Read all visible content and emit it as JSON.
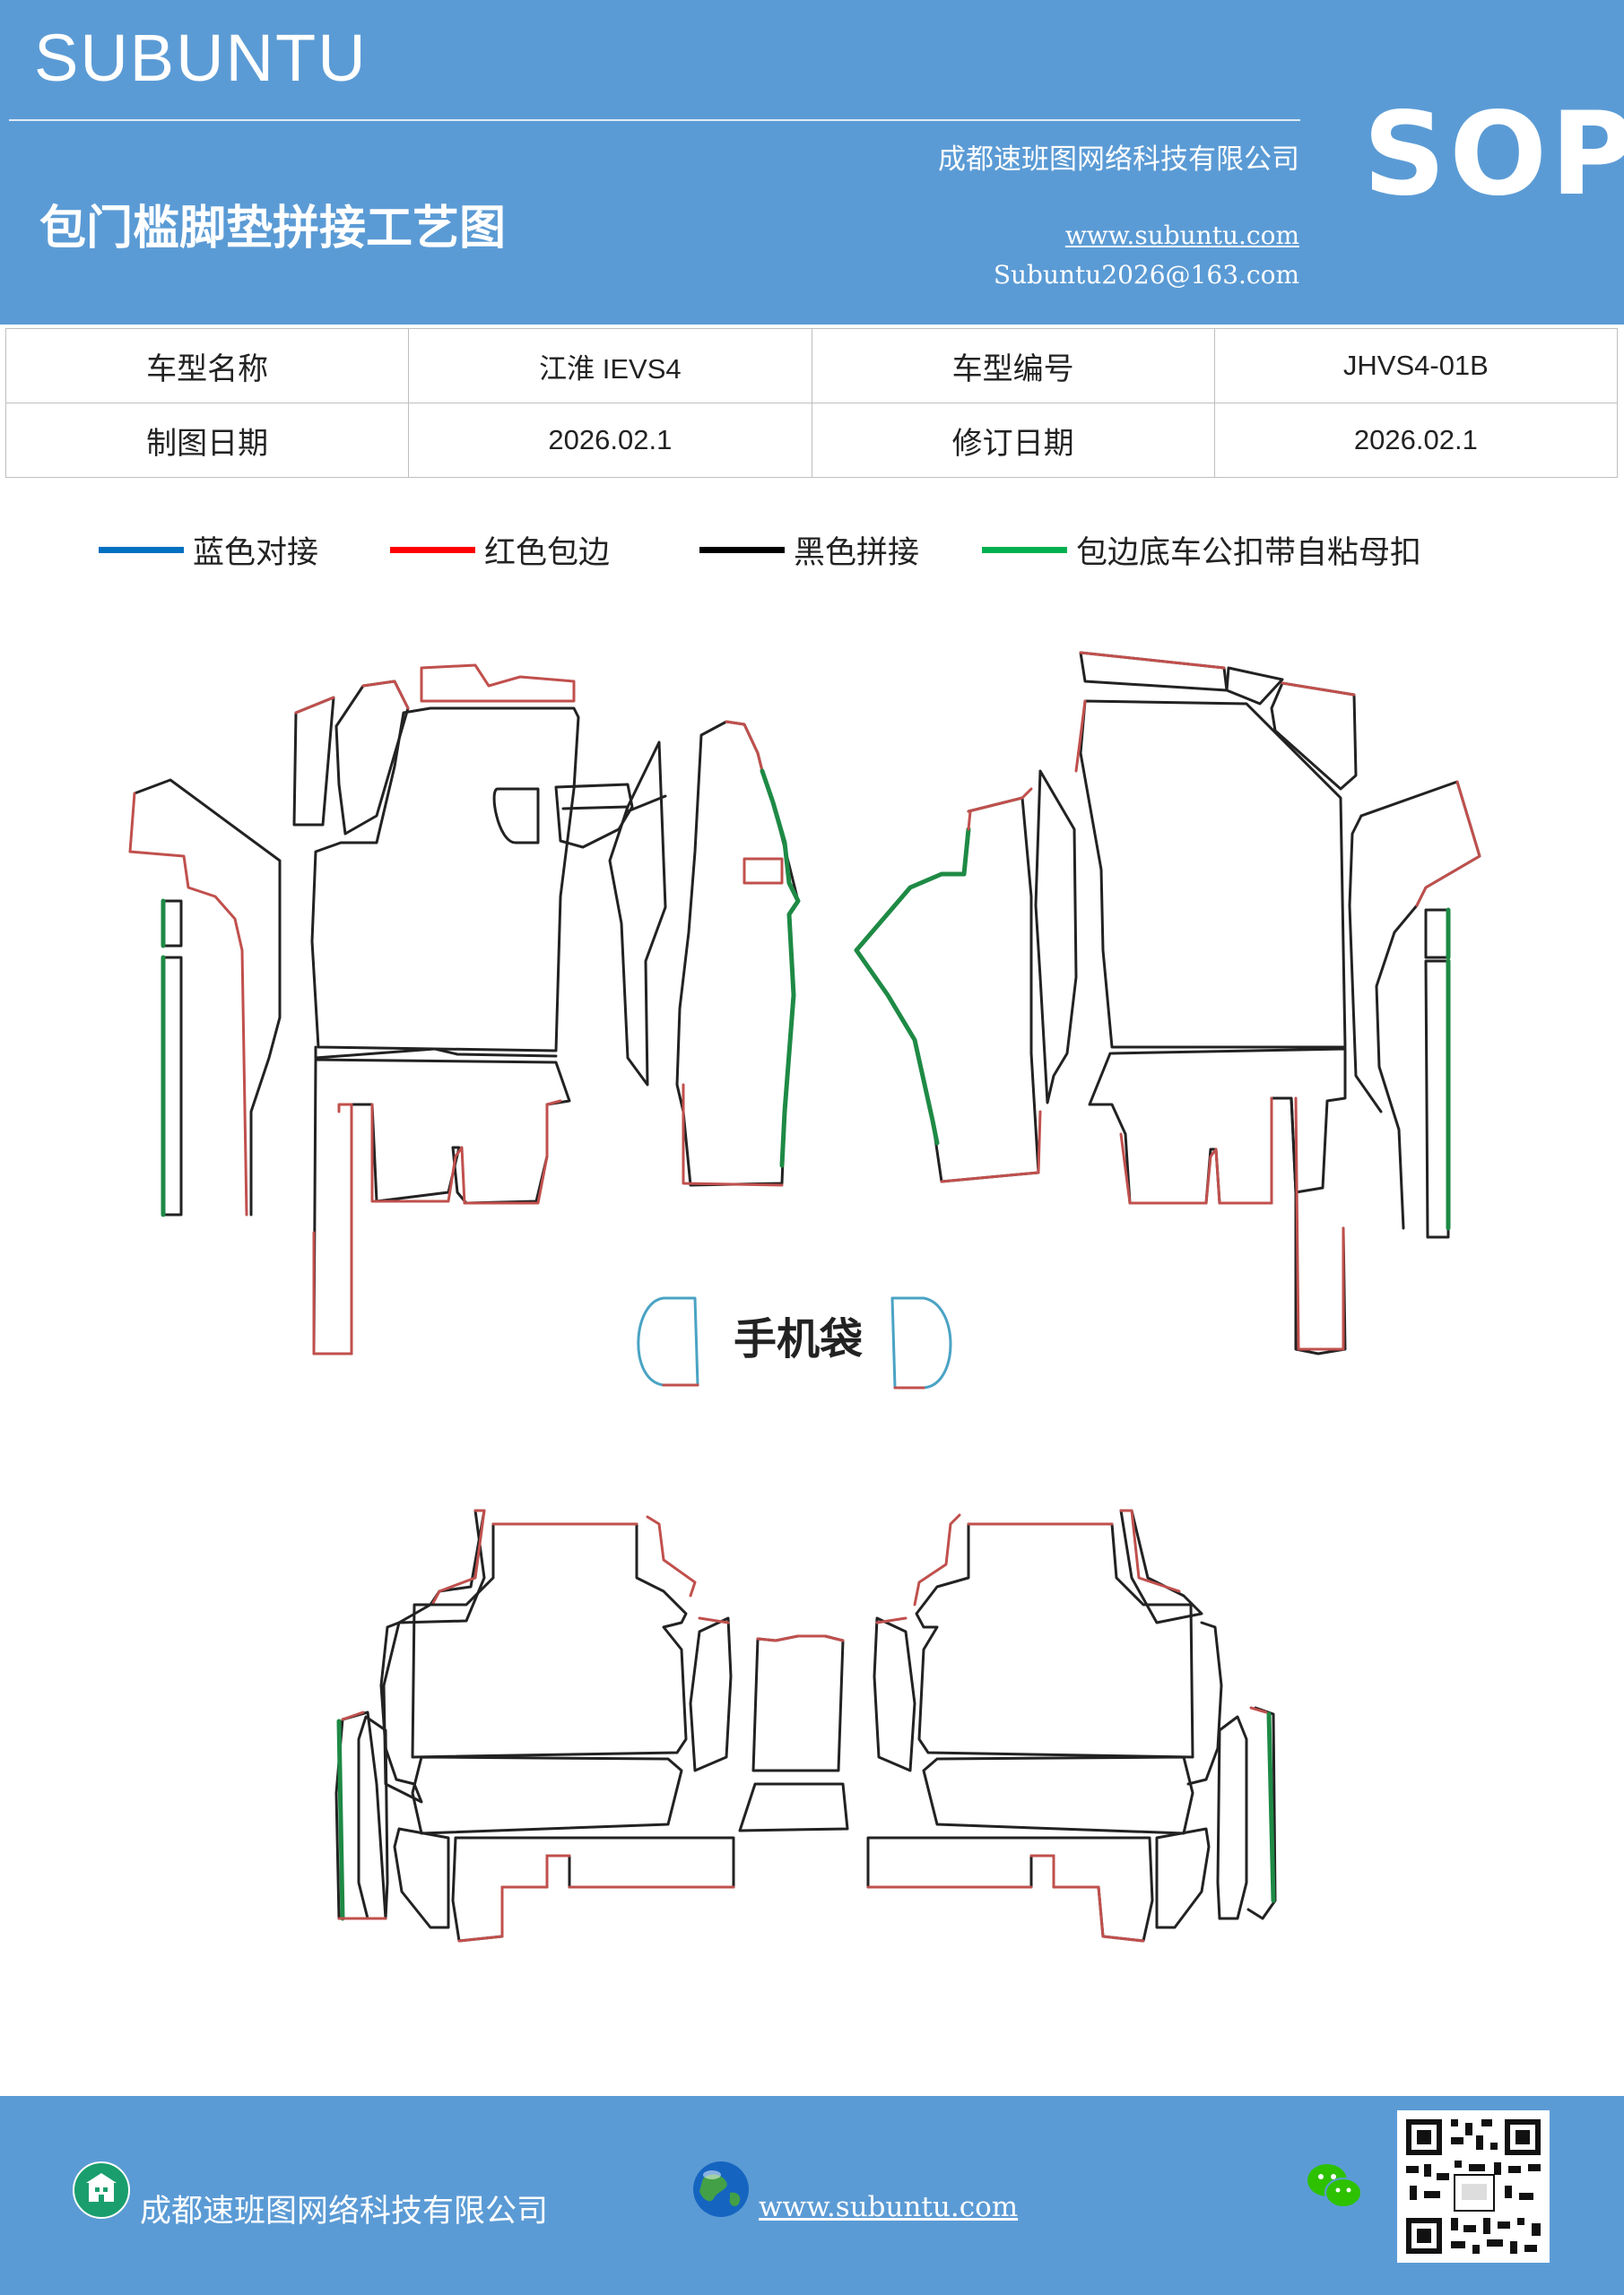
{
  "header": {
    "brand": "SUBUNTU",
    "badge": "SOP",
    "title": "包门槛脚垫拼接工艺图",
    "company": "成都速班图网络科技有限公司",
    "website": "www.subuntu.com",
    "email": "Subuntu2026@163.com"
  },
  "info_table": {
    "rows": [
      [
        "车型名称",
        "江淮 IEVS4",
        "车型编号",
        "JHVS4-01B"
      ],
      [
        "制图日期",
        "2026.02.1",
        "修订日期",
        "2026.02.1"
      ]
    ]
  },
  "legend": [
    {
      "label": "蓝色对接",
      "color": "#0070c0"
    },
    {
      "label": "红色包边",
      "color": "#ff0000"
    },
    {
      "label": "黑色拼接",
      "color": "#000000"
    },
    {
      "label": "包边底车公扣带自粘母扣",
      "color": "#00b050"
    }
  ],
  "diagram": {
    "phone_bag_label": "手机袋",
    "colors": {
      "red": "#c0504d",
      "black": "#222222",
      "green": "#1e8a45",
      "teal": "#4aa3c4"
    }
  },
  "footer": {
    "company": "成都速班图网络科技有限公司",
    "website": "www.subuntu.com",
    "building_icon": "building-icon",
    "globe_icon": "globe-icon",
    "wechat_icon": "wechat-icon"
  }
}
